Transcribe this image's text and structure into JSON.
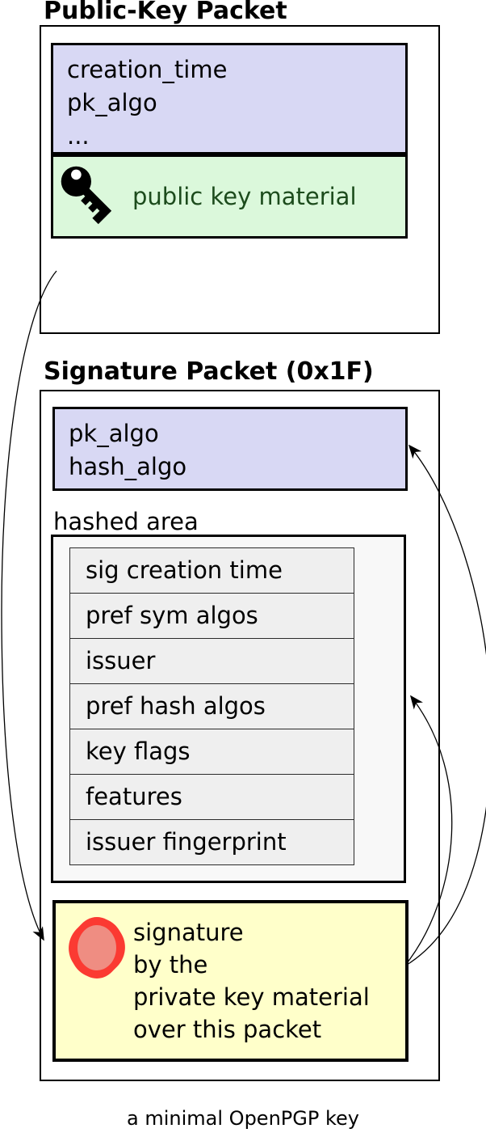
{
  "page": {
    "caption": "a minimal OpenPGP key"
  },
  "public_key_packet": {
    "title": "Public-Key Packet",
    "header_fields": [
      "creation_time",
      "pk_algo",
      "..."
    ],
    "key_material": {
      "label": "public key material",
      "icon": "key-icon"
    },
    "colors": {
      "header_bg": "#d8d8f4",
      "material_bg": "#dbf8db",
      "material_text": "#1c4b1c",
      "border": "#000000"
    }
  },
  "signature_packet": {
    "title": "Signature Packet (0x1F)",
    "header_fields": [
      "pk_algo",
      "hash_algo"
    ],
    "hashed_area": {
      "label": "hashed area",
      "subpackets": [
        "sig creation time",
        "pref sym algos",
        "issuer",
        "pref hash algos",
        "key flags",
        "features",
        "issuer fingerprint"
      ],
      "colors": {
        "box_bg": "#f8f8f8",
        "subpacket_bg": "#efefef"
      }
    },
    "signature_block": {
      "lines": [
        "signature",
        "by the",
        "private key material",
        "over this packet"
      ],
      "icon": "seal-icon",
      "colors": {
        "bg": "#ffffca",
        "seal_ring": "#fb3a32",
        "seal_center": "#ef8d82"
      }
    }
  },
  "arrows": [
    {
      "name": "public-key-to-signature",
      "meaning": "from public-key packet to signature block"
    },
    {
      "name": "signature-over-hashed-area",
      "meaning": "from signature block to hashed area"
    },
    {
      "name": "signature-over-header",
      "meaning": "from signature block to signature packet header"
    }
  ]
}
